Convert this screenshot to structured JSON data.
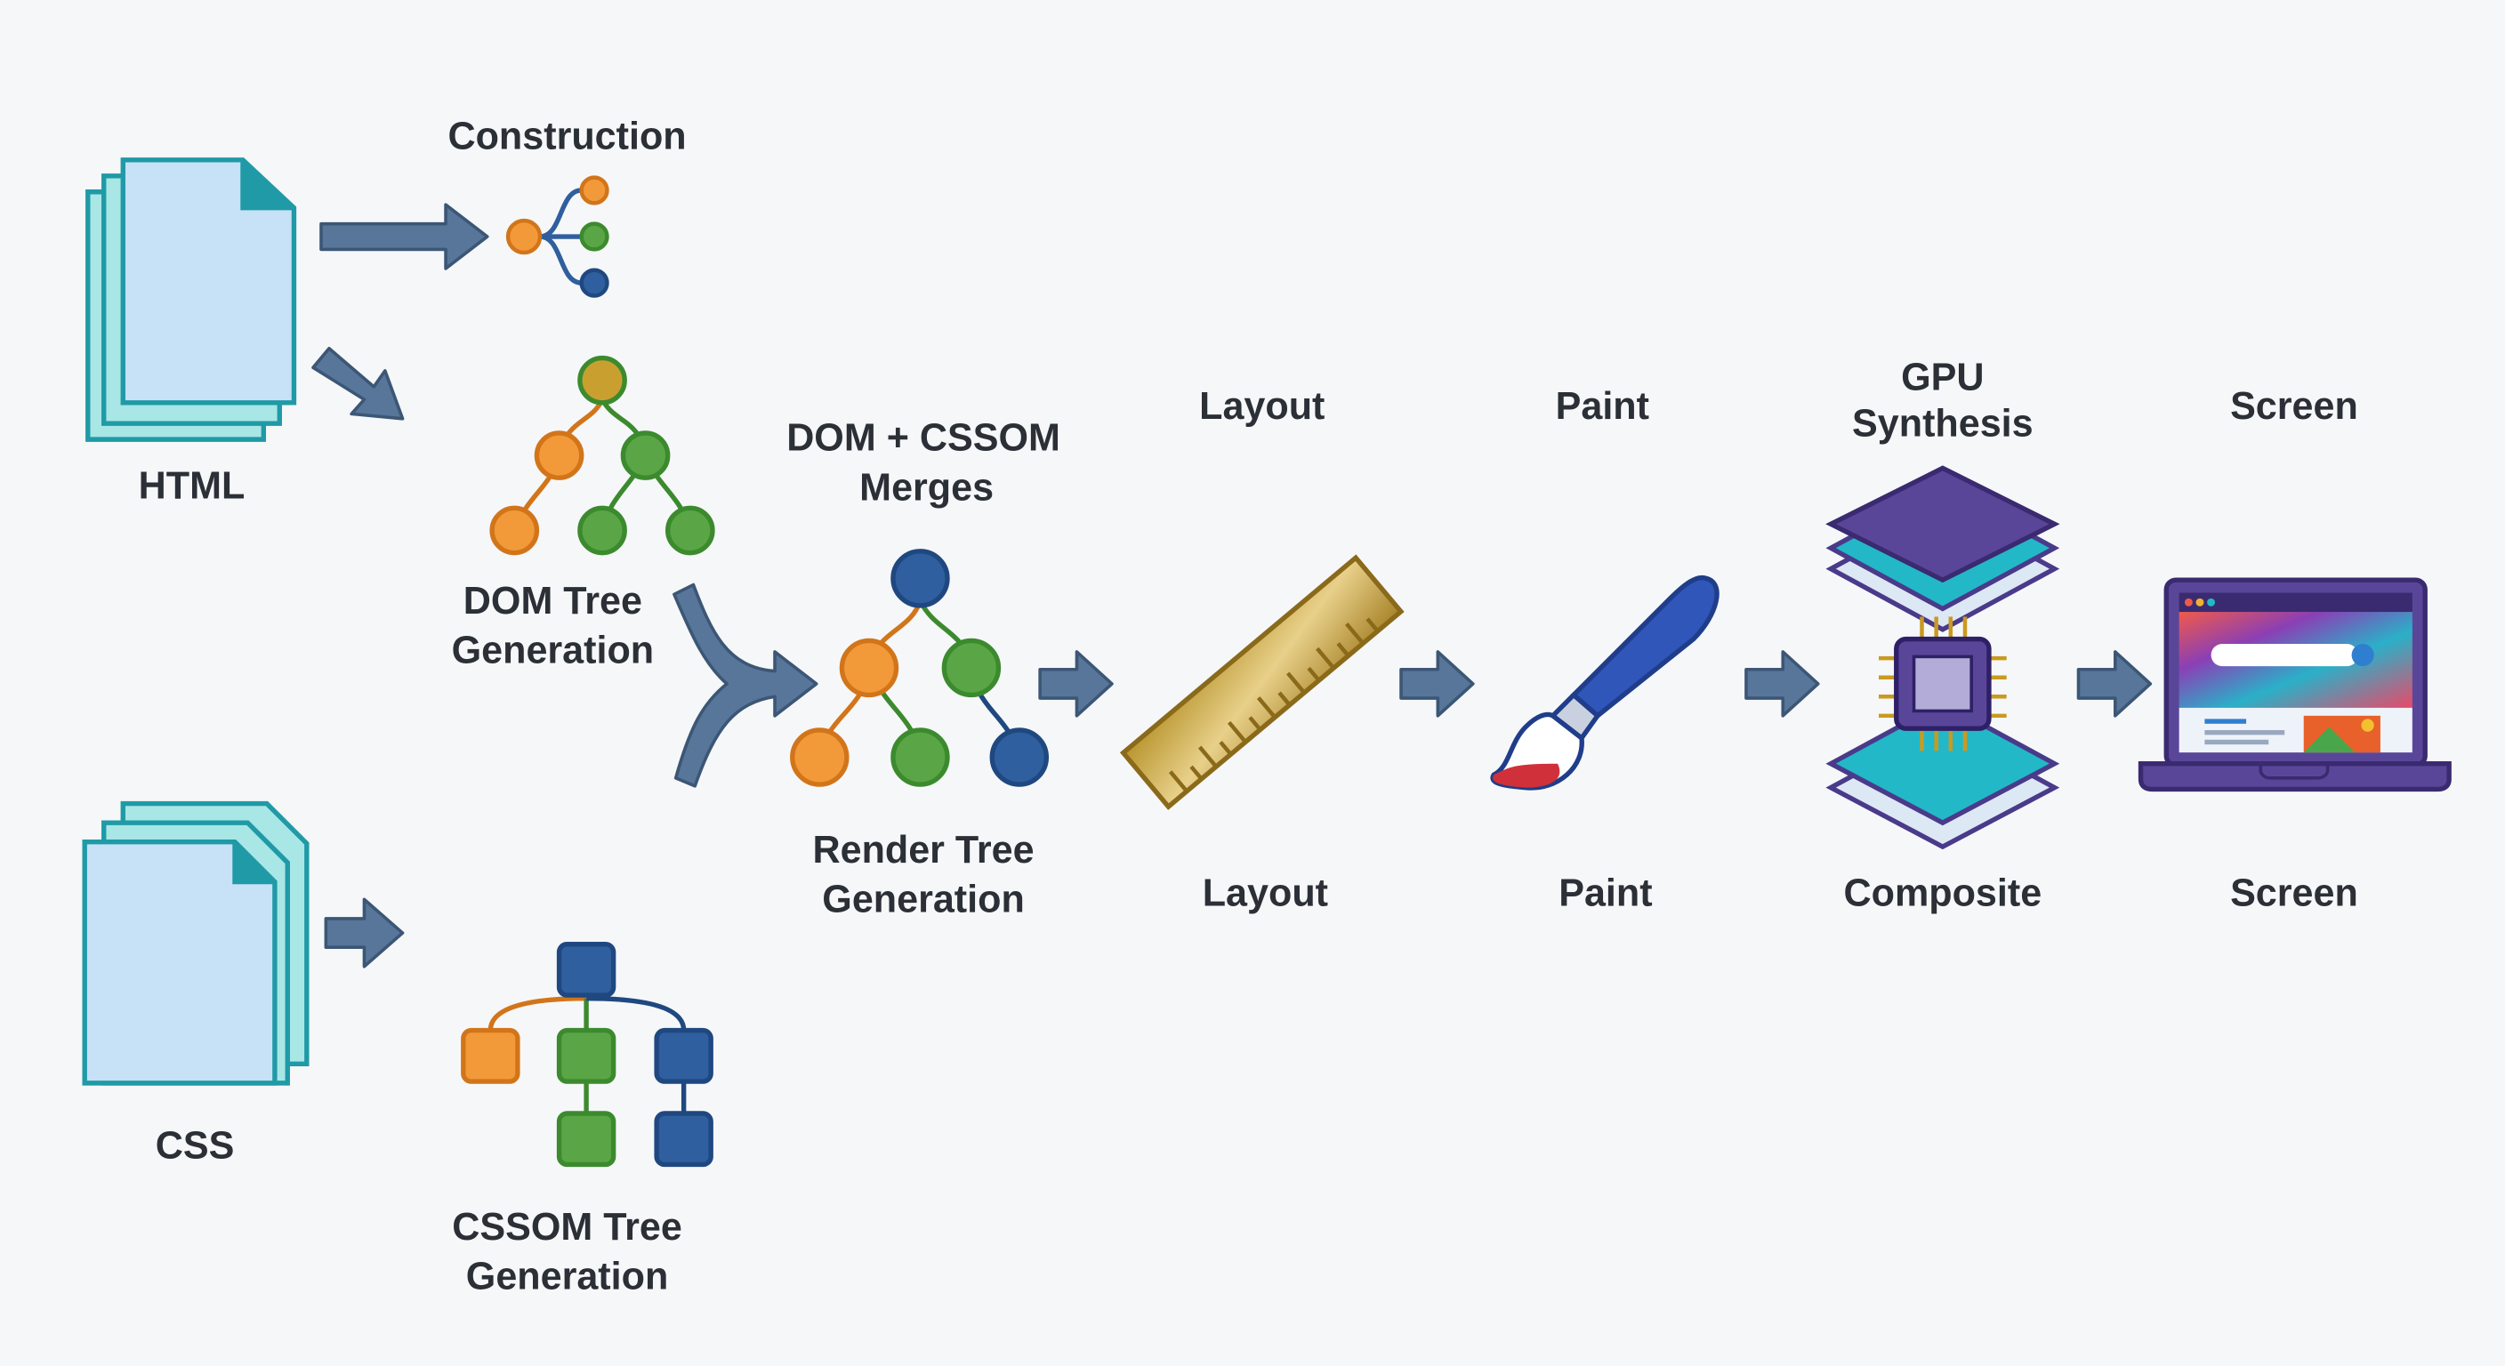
{
  "labels": {
    "construction": "Construction",
    "html": "HTML",
    "css": "CSS",
    "dom_tree": [
      "DOM Tree",
      "Generation"
    ],
    "cssom_tree": [
      "CSSOM Tree",
      "Generation"
    ],
    "merge": [
      "DOM + CSSOM",
      "Merges"
    ],
    "render_tree": [
      "Render Tree",
      "Generation"
    ],
    "layout_top": "Layout",
    "layout_bottom": "Layout",
    "paint_top": "Paint",
    "paint_bottom": "Paint",
    "gpu": [
      "GPU",
      "Synthesis"
    ],
    "composite": "Composite",
    "screen_top": "Screen",
    "screen_bottom": "Screen"
  },
  "icons": [
    "html-document-icon",
    "css-document-icon",
    "construction-tree-icon",
    "dom-tree-icon",
    "cssom-tree-icon",
    "render-tree-icon",
    "ruler-icon",
    "paintbrush-icon",
    "gpu-chip-layers-icon",
    "laptop-screen-icon"
  ],
  "colors": {
    "background": "#f6f7f9",
    "arrow": "#58769a",
    "orange_node": "#f29a3a",
    "green_node": "#5aa646",
    "blue_node": "#2f5f9e",
    "gold_node": "#c9a030",
    "document": "#c7e1f7",
    "document_border": "#1f9aa6",
    "purple": "#5a4699",
    "cyan": "#22b8c8"
  }
}
